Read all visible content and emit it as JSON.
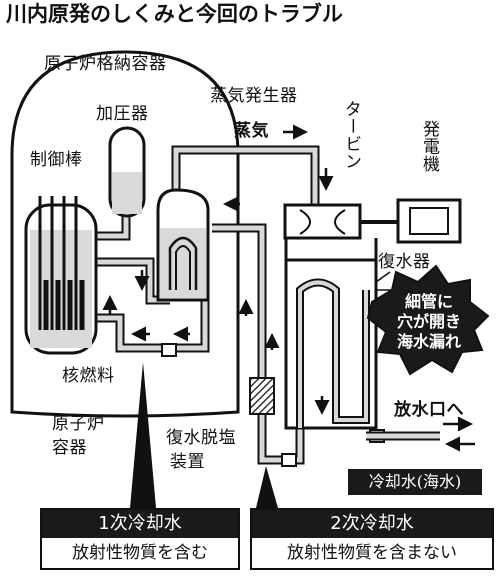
{
  "title": "川内原発のしくみと今回のトラブル",
  "labels": {
    "containment": "原子炉格納容器",
    "pressurizer": "加圧器",
    "steam_generator": "蒸気発生器",
    "steam": "蒸気",
    "turbine": "タービン",
    "generator": "発電機",
    "control_rod": "制御棒",
    "condenser": "復水器",
    "fuel": "核燃料",
    "reactor_vessel_line1": "原子炉",
    "reactor_vessel_line2": "容器",
    "demineralizer_line1": "復水脱塩",
    "demineralizer_line2": "装置",
    "to_outlet": "放水口へ",
    "seawater": "冷却水(海水)"
  },
  "leak_callout": {
    "line1": "細管に",
    "line2": "穴が開き",
    "line3": "海水漏れ"
  },
  "legend": {
    "primary_title": "1次冷却水",
    "primary_desc": "放射性物質を含む",
    "secondary_title": "2次冷却水",
    "secondary_desc": "放射性物質を含まない"
  },
  "colors": {
    "ink": "#111111",
    "pipe_fill": "#d9d9d9",
    "callout": "#1a1a1a"
  }
}
